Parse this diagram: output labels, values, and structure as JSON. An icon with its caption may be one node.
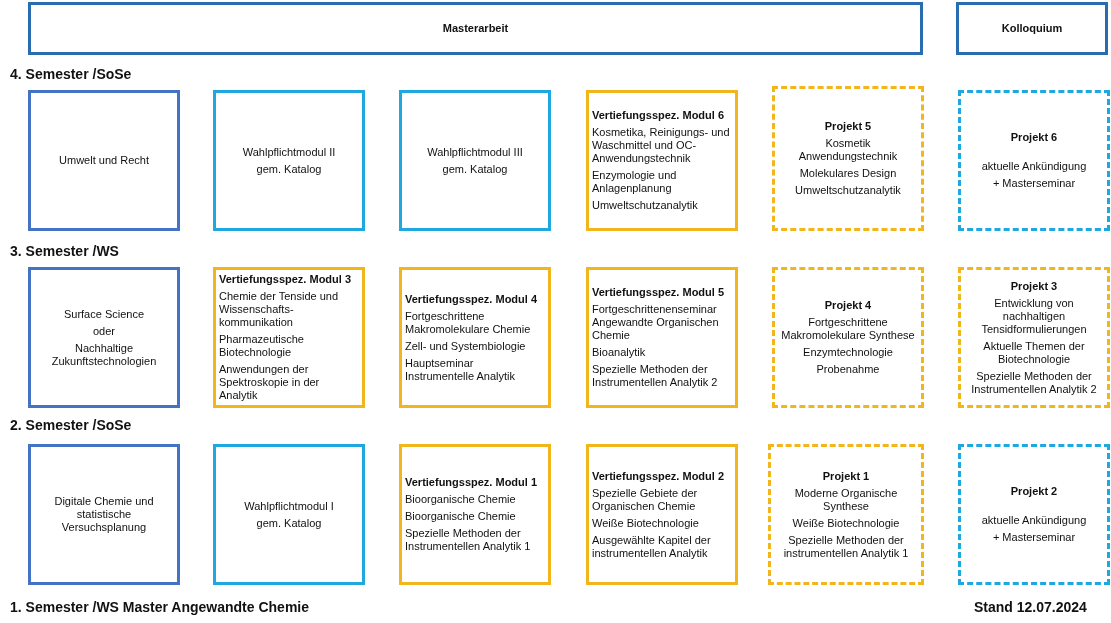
{
  "diagram": {
    "nodes": [
      {
        "text": [
          "Masterarbeit"
        ]
      },
      {
        "text": [
          "Kolloquium"
        ]
      },
      {
        "text": [
          "Umwelt und Recht"
        ]
      },
      {
        "text": [
          "Wahlpflichtmodul II",
          "gem. Katalog"
        ]
      },
      {
        "text": [
          "Wahlpflichtmodul III",
          "gem. Katalog"
        ]
      },
      {
        "text": [
          "Vertiefungsspez. Modul 6",
          "Kosmetika, Reinigungs- und Waschmittel und OC-Anwendungstechnik",
          "Enzymologie und Anlagenplanung",
          "Umweltschutzanalytik"
        ]
      },
      {
        "text": [
          "Projekt 5",
          "Kosmetik Anwendungstechnik",
          "Molekulares Design",
          "Umweltschutzanalytik"
        ]
      },
      {
        "text": [
          "Projekt 6",
          "aktuelle Ankündigung",
          "+ Masterseminar"
        ]
      },
      {
        "text": [
          "Surface Science",
          "oder",
          "Nachhaltige Zukunftstechnologien"
        ]
      },
      {
        "text": [
          "Vertiefungsspez. Modul 3",
          "Chemie der Tenside und Wissenschafts-kommunikation",
          "Pharmazeutische Biotechnologie",
          "Anwendungen der Spektroskopie in der Analytik"
        ]
      },
      {
        "text": [
          "Vertiefungsspez. Modul 4",
          "Fortgeschrittene Makromolekulare Chemie",
          "Zell- und Systembiologie",
          "Hauptseminar Instrumentelle Analytik"
        ]
      },
      {
        "text": [
          "Vertiefungsspez. Modul 5",
          "Fortgeschrittenenseminar Angewandte Organischen Chemie",
          "Bioanalytik",
          "Spezielle Methoden der Instrumentellen Analytik 2"
        ]
      },
      {
        "text": [
          "Projekt 4",
          "Fortgeschrittene Makromolekulare Synthese",
          "Enzymtechnologie",
          "Probenahme"
        ]
      },
      {
        "text": [
          "Projekt 3",
          "Entwicklung von nachhaltigen Tensidformulierungen",
          "Aktuelle Themen der Biotechnologie",
          "Spezielle Methoden der Instrumentellen Analytik 2"
        ]
      },
      {
        "text": [
          "Digitale Chemie und statistische Versuchsplanung"
        ]
      },
      {
        "text": [
          "Wahlpflichtmodul I",
          "gem. Katalog"
        ]
      },
      {
        "text": [
          "Vertiefungsspez. Modul 1",
          "Bioorganische Chemie",
          "Bioorganische Chemie",
          "Spezielle Methoden der Instrumentellen Analytik 1"
        ]
      },
      {
        "text": [
          "Vertiefungsspez. Modul 2",
          "Spezielle Gebiete der Organischen Chemie",
          "Weiße Biotechnologie",
          "Ausgewählte Kapitel der instrumentellen Analytik"
        ]
      },
      {
        "text": [
          "Projekt 1",
          "Moderne Organische Synthese",
          "Weiße Biotechnologie",
          "Spezielle Methoden der instrumentellen Analytik 1"
        ]
      },
      {
        "text": [
          "Projekt 2",
          "aktuelle Ankündigung",
          "+ Masterseminar"
        ]
      }
    ],
    "labels": [
      "4. Semester /SoSe",
      "3. Semester /WS",
      "2. Semester /SoSe",
      "1. Semester /WS Master Angewandte Chemie",
      "Stand 12.07.2024"
    ]
  }
}
